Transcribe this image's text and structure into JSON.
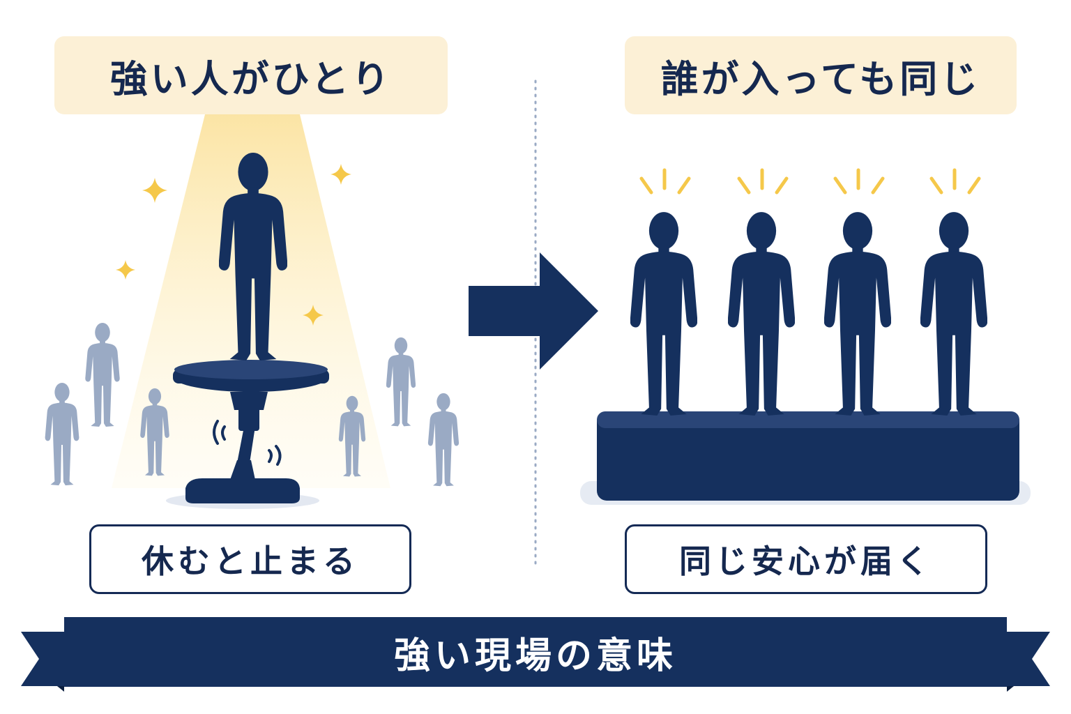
{
  "left_panel": {
    "title": "強い人がひとり",
    "caption": "休むと止まる"
  },
  "right_panel": {
    "title": "誰が入っても同じ",
    "caption": "同じ安心が届く"
  },
  "banner": {
    "text": "強い現場の意味"
  },
  "colors": {
    "navy": "#15305e",
    "grey_person": "#9aaac4",
    "label_bg": "#fcf0d6",
    "spotlight": "#fbe6a8",
    "sparkle": "#f5c84a"
  },
  "icons": [
    "person-icon",
    "arrow-right-icon",
    "sparkle-icon",
    "spotlight-beam",
    "wobble-mark-icon",
    "emphasis-ray-icon"
  ]
}
